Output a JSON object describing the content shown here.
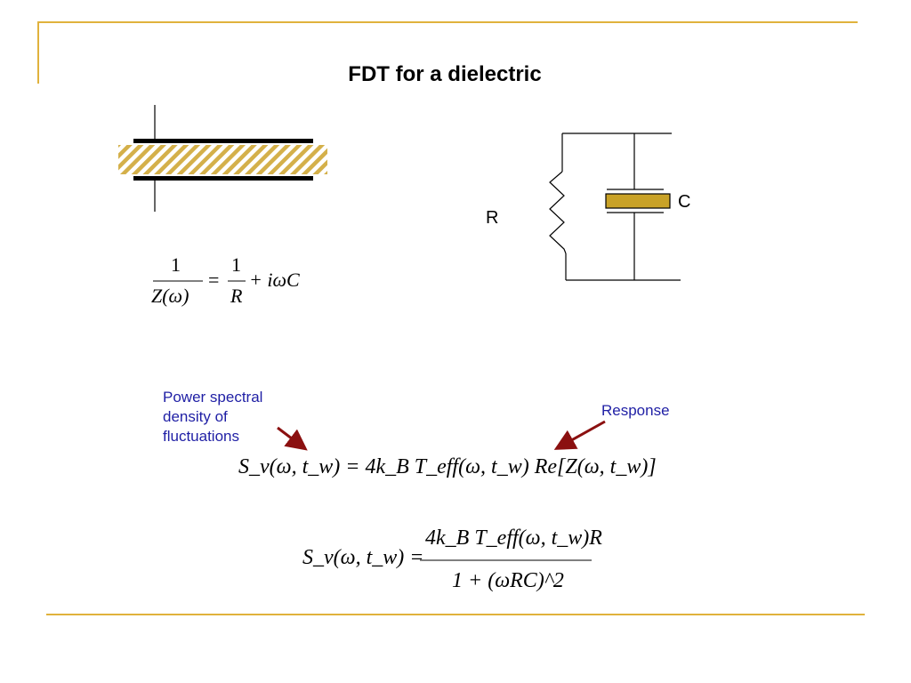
{
  "title": "FDT for a dielectric",
  "circuit": {
    "resistor_label": "R",
    "capacitor_label": "C"
  },
  "annotations": {
    "psd_line1": "Power spectral",
    "psd_line2": "density of",
    "psd_line3": "fluctuations",
    "response": "Response"
  },
  "colors": {
    "frame": "#e0b23c",
    "dielectric": "#d4b04a",
    "annotation_text": "#1f1fa5",
    "arrow": "#8b1010",
    "capacitor_fill": "#c9a227"
  },
  "eq1": {
    "num_left": "1",
    "den_left": "Z(ω)",
    "eq": "=",
    "num_right": "1",
    "den_right": "R",
    "rest": "+ iωC"
  },
  "eq2": {
    "text": "S_v(ω, t_w) = 4k_B T_eff(ω, t_w) Re[Z(ω, t_w)]"
  },
  "eq3": {
    "lhs": "S_v(ω, t_w) =",
    "numerator": "4k_B T_eff(ω, t_w)R",
    "denominator": "1 + (ωRC)^2"
  }
}
